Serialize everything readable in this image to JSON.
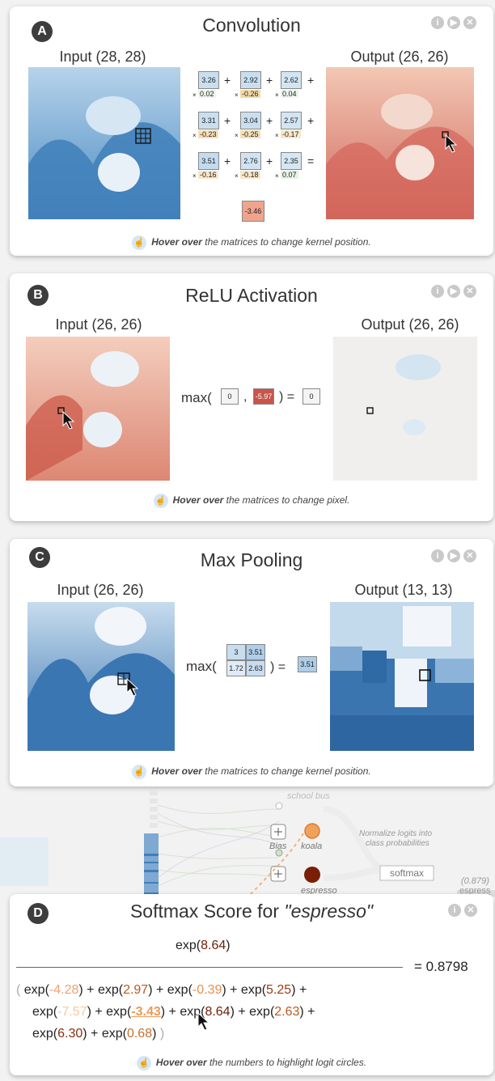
{
  "panel_a": {
    "badge": "A",
    "title": "Convolution",
    "input_label": "Input (28, 28)",
    "output_label": "Output (26, 26)",
    "rows": [
      [
        {
          "v": "3.26",
          "w": "0.02"
        },
        {
          "v": "2.92",
          "w": "-0.26"
        },
        {
          "v": "2.62",
          "w": "0.04"
        }
      ],
      [
        {
          "v": "3.31",
          "w": "-0.23"
        },
        {
          "v": "3.04",
          "w": "-0.25"
        },
        {
          "v": "2.57",
          "w": "-0.17"
        }
      ],
      [
        {
          "v": "3.51",
          "w": "-0.16"
        },
        {
          "v": "2.76",
          "w": "-0.18"
        },
        {
          "v": "2.35",
          "w": "0.07"
        }
      ]
    ],
    "plus": "+",
    "times": "×",
    "equals": "=",
    "result": "-3.46",
    "hint_bold": "Hover over",
    "hint_rest": " the matrices to change kernel position."
  },
  "panel_b": {
    "badge": "B",
    "title": "ReLU Activation",
    "input_label": "Input (26, 26)",
    "output_label": "Output (26, 26)",
    "max_open": "max(",
    "zero": "0",
    "comma": ",",
    "value": "-5.97",
    "close_eq": ") =",
    "result": "0",
    "hint_bold": "Hover over",
    "hint_rest": " the matrices to change pixel."
  },
  "panel_c": {
    "badge": "C",
    "title": "Max Pooling",
    "input_label": "Input (26, 26)",
    "output_label": "Output (13, 13)",
    "max_open": "max(",
    "pool": [
      "3",
      "3.51",
      "1.72",
      "2.63"
    ],
    "close_eq": ") =",
    "result": "3.51",
    "hint_bold": "Hover over",
    "hint_rest": " the matrices to change kernel position."
  },
  "overview": {
    "school_bus": "school bus",
    "bias": "Bias",
    "koala": "koala",
    "espresso": "espresso",
    "normalize_1": "Normalize logits into",
    "normalize_2": "class probabilities",
    "softmax": "softmax",
    "prob": "(0.879)",
    "espress": "espress"
  },
  "panel_d": {
    "badge": "D",
    "title_prefix": "Softmax Score for ",
    "title_class": "\"espresso\"",
    "numerator_fn": "exp(",
    "numerator_val": "8.64",
    "close": ")",
    "equals": "= 0.8798",
    "terms": [
      {
        "v": "-4.28",
        "c": "#f0a070"
      },
      {
        "v": "2.97",
        "c": "#b85b1f"
      },
      {
        "v": "-0.39",
        "c": "#e8904f"
      },
      {
        "v": "5.25",
        "c": "#9c3a10"
      },
      {
        "v": "-7.57",
        "c": "#f5c9a6"
      },
      {
        "v": "-3.43",
        "c": "#eb9a55"
      },
      {
        "v": "8.64",
        "c": "#6e1e06"
      },
      {
        "v": "2.63",
        "c": "#b85b1f"
      },
      {
        "v": "6.30",
        "c": "#8a2e0c"
      },
      {
        "v": "0.68",
        "c": "#c96e2e"
      }
    ],
    "hint_bold": "Hover over",
    "hint_rest": " the numbers to highlight logit circles."
  },
  "icons": {
    "info": "i",
    "play": "▶",
    "close": "✕",
    "hand": "☝"
  }
}
